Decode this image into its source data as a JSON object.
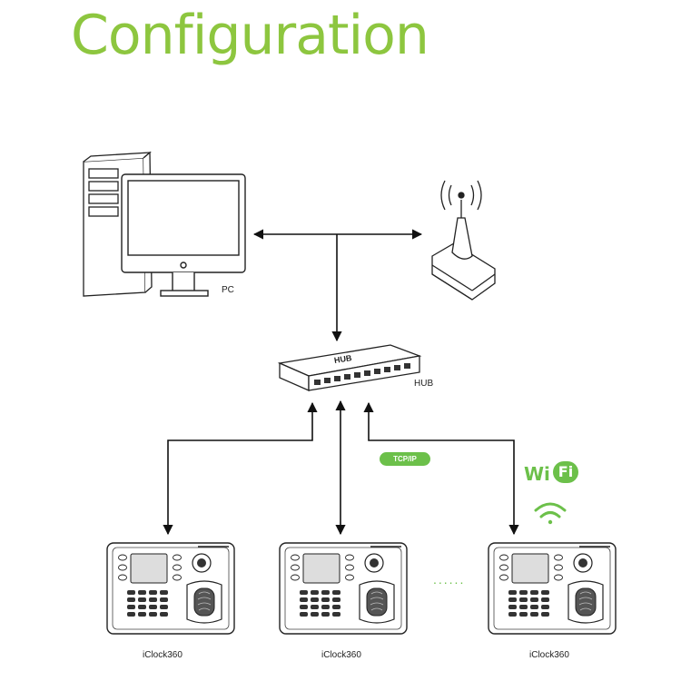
{
  "title": "Configuration",
  "labels": {
    "pc": "PC",
    "hub": "HUB",
    "hub_device": "HUB",
    "protocol": "TCP/IP",
    "wifi_wi": "Wi",
    "wifi_fi": "Fi",
    "ellipsis": "......",
    "devices": [
      "iClock360",
      "iClock360",
      "iClock360"
    ]
  },
  "colors": {
    "accent": "#8dc63f",
    "badge": "#6cc04a",
    "line": "#111111"
  }
}
